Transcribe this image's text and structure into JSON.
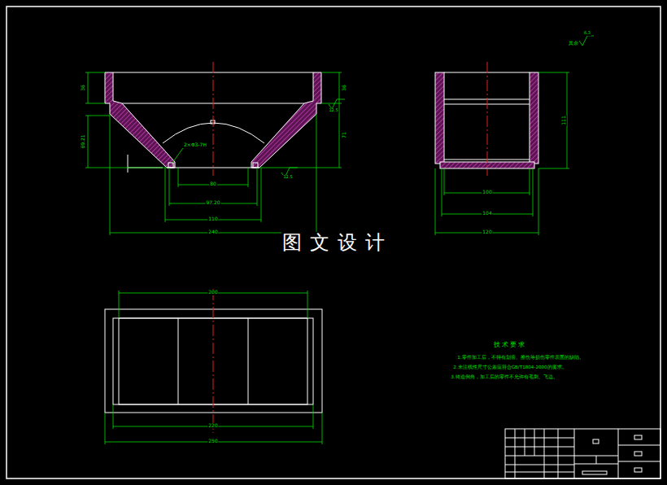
{
  "diagram": {
    "labels": [
      "36",
      "69.21",
      "36",
      "71",
      "80",
      "97.20",
      "110",
      "240",
      "2×Φ3-7H",
      "12.5",
      "12.5",
      "111",
      "100",
      "104",
      "120",
      "200",
      "220",
      "250",
      "图文设计",
      "技术要求",
      "1.零件加工后，不得有划痕、擦伤等损伤零件表面的缺陷。",
      "2.未注线性尺寸公差应符合GB/T1804-2000的要求。",
      "3.铸造倒角，加工后的零件不允许有毛刺、飞边。",
      "其余",
      "6.3"
    ]
  }
}
